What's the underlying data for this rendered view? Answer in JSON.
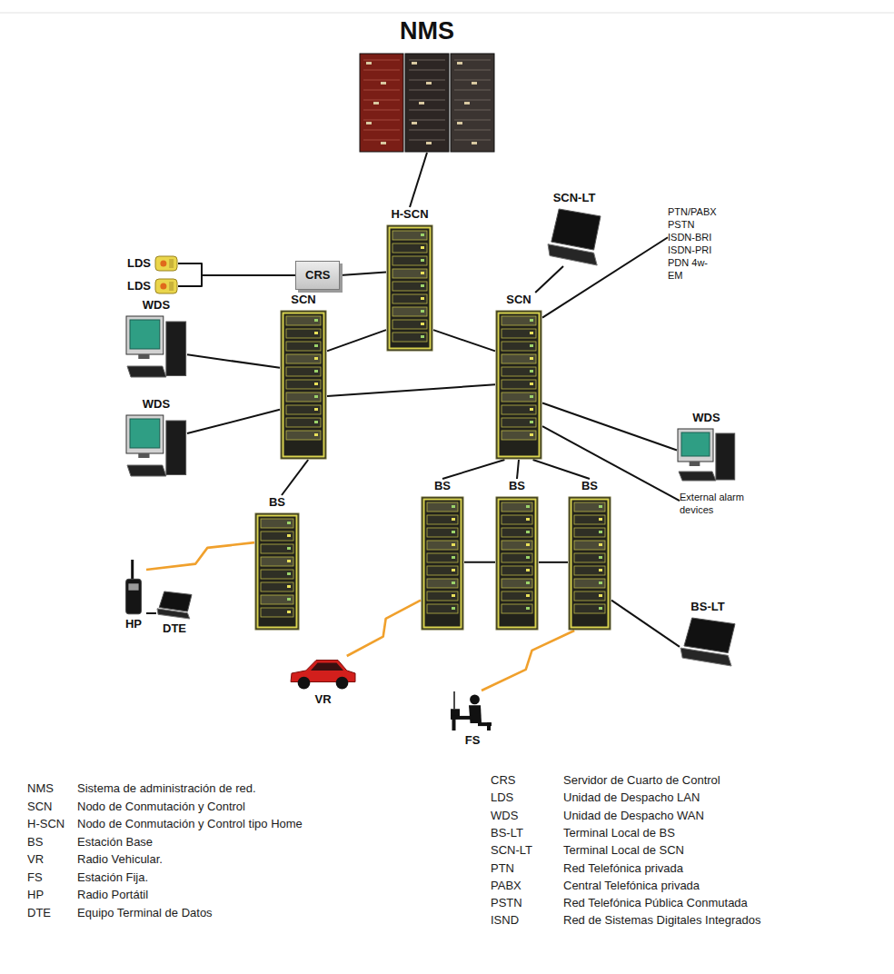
{
  "diagram": {
    "nodes": [
      {
        "text": [
          "NMS"
        ]
      },
      {
        "text": [
          "H-SCN"
        ]
      },
      {
        "text": [
          "SCN-LT"
        ]
      },
      {
        "text": [
          "PTN/PABX PSTN ISDN-BRI ISDN-PRI PDN 4w-EM"
        ]
      },
      {
        "text": [
          "LDS"
        ]
      },
      {
        "text": [
          "LDS"
        ]
      },
      {
        "text": [
          "CRS"
        ]
      },
      {
        "text": [
          "SCN"
        ]
      },
      {
        "text": [
          "SCN"
        ]
      },
      {
        "text": [
          "WDS"
        ]
      },
      {
        "text": [
          "WDS"
        ]
      },
      {
        "text": [
          "WDS"
        ]
      },
      {
        "text": [
          "BS"
        ]
      },
      {
        "text": [
          "BS"
        ]
      },
      {
        "text": [
          "BS"
        ]
      },
      {
        "text": [
          "BS"
        ]
      },
      {
        "text": [
          "External alarm devices"
        ]
      },
      {
        "text": [
          "HP"
        ]
      },
      {
        "text": [
          "DTE"
        ]
      },
      {
        "text": [
          "BS-LT"
        ]
      },
      {
        "text": [
          "VR"
        ]
      },
      {
        "text": [
          "FS"
        ]
      }
    ],
    "edges": [
      {
        "from": 0,
        "to": 1,
        "arrow": "none"
      },
      {
        "from": 1,
        "to": 6,
        "arrow": "none"
      },
      {
        "from": 6,
        "to": 4,
        "arrow": "none"
      },
      {
        "from": 6,
        "to": 5,
        "arrow": "none"
      },
      {
        "from": 1,
        "to": 7,
        "arrow": "none"
      },
      {
        "from": 1,
        "to": 8,
        "arrow": "none"
      },
      {
        "from": 8,
        "to": 2,
        "arrow": "none"
      },
      {
        "from": 8,
        "to": 3,
        "arrow": "none"
      },
      {
        "from": 7,
        "to": 9,
        "arrow": "none"
      },
      {
        "from": 7,
        "to": 10,
        "arrow": "none"
      },
      {
        "from": 7,
        "to": 8,
        "arrow": "none"
      },
      {
        "from": 8,
        "to": 11,
        "arrow": "none"
      },
      {
        "from": 8,
        "to": 16,
        "arrow": "none"
      },
      {
        "from": 7,
        "to": 12,
        "arrow": "none"
      },
      {
        "from": 8,
        "to": 13,
        "arrow": "none"
      },
      {
        "from": 8,
        "to": 14,
        "arrow": "none"
      },
      {
        "from": 8,
        "to": 15,
        "arrow": "none"
      },
      {
        "from": 13,
        "to": 14,
        "arrow": "none"
      },
      {
        "from": 14,
        "to": 15,
        "arrow": "none"
      },
      {
        "from": 15,
        "to": 19,
        "arrow": "none"
      },
      {
        "from": 12,
        "to": 17,
        "arrow": "none"
      },
      {
        "from": 17,
        "to": 18,
        "arrow": "none"
      },
      {
        "from": 13,
        "to": 20,
        "arrow": "none"
      },
      {
        "from": 15,
        "to": 21,
        "arrow": "none"
      }
    ],
    "labels": [
      "NMS",
      "Sistema de administración de red.",
      "SCN",
      "Nodo de Conmutación y Control",
      "H-SCN",
      "Nodo de Conmutación y Control tipo Home",
      "BS",
      "Estación Base",
      "VR",
      "Radio Vehicular.",
      "FS",
      "Estación Fija.",
      "HP",
      "Radio Portátil",
      "DTE",
      "Equipo Terminal de Datos",
      "CRS",
      "Servidor de Cuarto de Control",
      "LDS",
      "Unidad de Despacho LAN",
      "WDS",
      "Unidad de Despacho WAN",
      "BS-LT",
      "Terminal Local de BS",
      "SCN-LT",
      "Terminal Local de SCN",
      "PTN",
      "Red Telefónica privada",
      "PABX",
      "Central Telefónica privada",
      "PSTN",
      "Red Telefónica Pública Conmutada",
      "ISND",
      "Red de Sistemas Digitales Integrados"
    ]
  }
}
